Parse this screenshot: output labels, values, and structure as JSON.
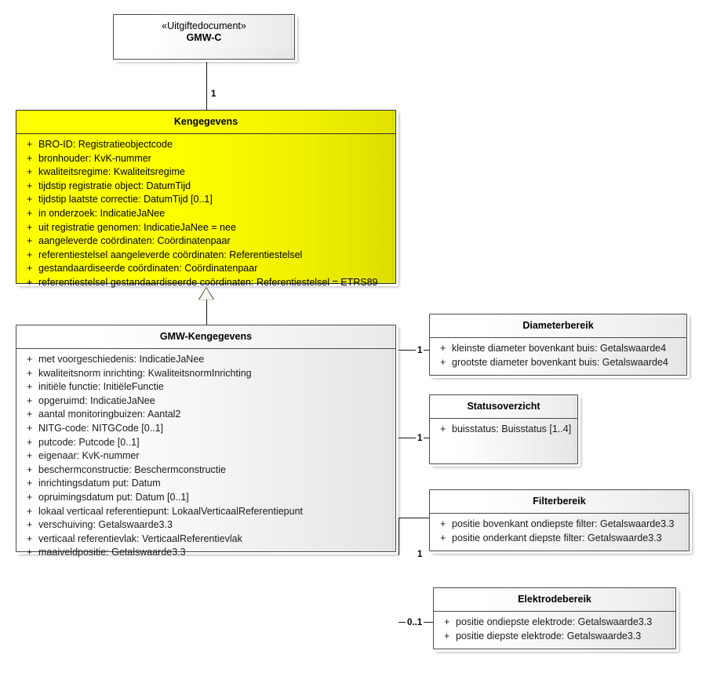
{
  "diagram": {
    "type": "uml-class-diagram",
    "title": "GMW-C Kengegevens",
    "background": "#ffffff",
    "highlight_color": "#ffff00",
    "line_color": "#1a1a1a"
  },
  "classes": {
    "gmwc": {
      "stereotype": "«Uitgiftedocument»",
      "name": "GMW-C",
      "attributes": []
    },
    "kengegevens": {
      "name": "Kengegevens",
      "attributes": [
        {
          "vis": "+",
          "text": "BRO-ID: Registratieobjectcode"
        },
        {
          "vis": "+",
          "text": "bronhouder: KvK-nummer"
        },
        {
          "vis": "+",
          "text": "kwaliteitsregime: Kwaliteitsregime"
        },
        {
          "vis": "+",
          "text": "tijdstip registratie object: DatumTijd"
        },
        {
          "vis": "+",
          "text": "tijdstip laatste correctie: DatumTijd [0..1]"
        },
        {
          "vis": "+",
          "text": "in onderzoek: IndicatieJaNee"
        },
        {
          "vis": "+",
          "text": "uit registratie genomen: IndicatieJaNee = nee"
        },
        {
          "vis": "+",
          "text": "aangeleverde coördinaten: Coördinatenpaar"
        },
        {
          "vis": "+",
          "text": "referentiestelsel aangeleverde coördinaten: Referentiestelsel"
        },
        {
          "vis": "+",
          "text": "gestandaardiseerde coördinaten: Coördinatenpaar"
        },
        {
          "vis": "+",
          "text": "referentiestelsel gestandaardiseerde coördinaten: Referentiestelsel = ETRS89"
        }
      ]
    },
    "gmw_kengegevens": {
      "name": "GMW-Kengegevens",
      "attributes": [
        {
          "vis": "+",
          "text": "met voorgeschiedenis: IndicatieJaNee"
        },
        {
          "vis": "+",
          "text": "kwaliteitsnorm inrichting: KwaliteitsnormInrichting"
        },
        {
          "vis": "+",
          "text": "initiële functie: InitiëleFunctie"
        },
        {
          "vis": "+",
          "text": "opgeruimd: IndicatieJaNee"
        },
        {
          "vis": "+",
          "text": "aantal monitoringbuizen: Aantal2"
        },
        {
          "vis": "+",
          "text": "NITG-code: NITGCode [0..1]"
        },
        {
          "vis": "+",
          "text": "putcode: Putcode [0..1]"
        },
        {
          "vis": "+",
          "text": "eigenaar: KvK-nummer"
        },
        {
          "vis": "+",
          "text": "beschermconstructie: Beschermconstructie"
        },
        {
          "vis": "+",
          "text": "inrichtingsdatum put: Datum"
        },
        {
          "vis": "+",
          "text": "opruimingsdatum put: Datum [0..1]"
        },
        {
          "vis": "+",
          "text": "lokaal verticaal referentiepunt: LokaalVerticaalReferentiepunt"
        },
        {
          "vis": "+",
          "text": "verschuiving: Getalswaarde3.3"
        },
        {
          "vis": "+",
          "text": "verticaal referentievlak: VerticaalReferentievlak"
        },
        {
          "vis": "+",
          "text": "maaiveldpositie: Getalswaarde3.3"
        }
      ]
    },
    "diameterbereik": {
      "name": "Diameterbereik",
      "attributes": [
        {
          "vis": "+",
          "text": "kleinste diameter bovenkant buis: Getalswaarde4"
        },
        {
          "vis": "+",
          "text": "grootste diameter bovenkant buis: Getalswaarde4"
        }
      ]
    },
    "statusoverzicht": {
      "name": "Statusoverzicht",
      "attributes": [
        {
          "vis": "+",
          "text": "buisstatus: Buisstatus [1..4]"
        }
      ]
    },
    "filterbereik": {
      "name": "Filterbereik",
      "attributes": [
        {
          "vis": "+",
          "text": "positie bovenkant ondiepste filter: Getalswaarde3.3"
        },
        {
          "vis": "+",
          "text": "positie onderkant diepste filter: Getalswaarde3.3"
        }
      ]
    },
    "elektrodebereik": {
      "name": "Elektrodebereik",
      "attributes": [
        {
          "vis": "+",
          "text": "positie ondiepste elektrode: Getalswaarde3.3"
        },
        {
          "vis": "+",
          "text": "positie diepste elektrode: Getalswaarde3.3"
        }
      ]
    }
  },
  "connectors": [
    {
      "id": "gmwc-kengegevens",
      "kind": "composition",
      "multiplicity": "1"
    },
    {
      "id": "kengegevens-gmw-kengegevens",
      "kind": "generalization",
      "multiplicity": ""
    },
    {
      "id": "gmw-diameterbereik",
      "kind": "composition",
      "multiplicity": "1"
    },
    {
      "id": "gmw-statusoverzicht",
      "kind": "composition",
      "multiplicity": "1"
    },
    {
      "id": "gmw-filterbereik",
      "kind": "composition",
      "multiplicity": "1"
    },
    {
      "id": "gmw-elektrodebereik",
      "kind": "composition",
      "multiplicity": "0..1"
    }
  ]
}
